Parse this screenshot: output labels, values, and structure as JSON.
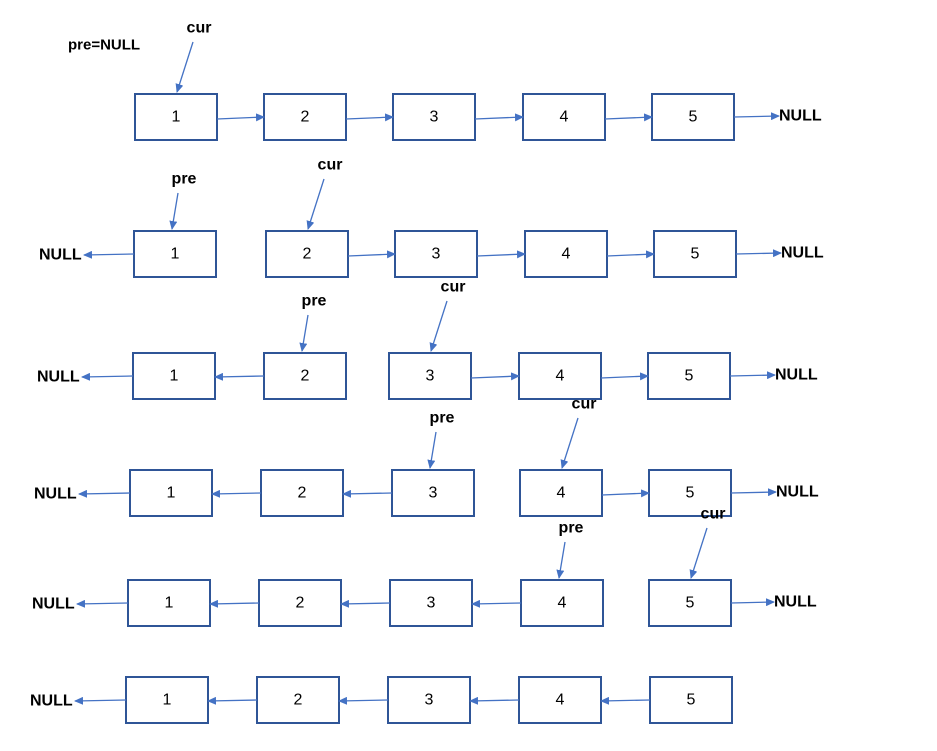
{
  "init_label": "pre=NULL",
  "null_text": "NULL",
  "pointer_labels": {
    "pre": "pre",
    "cur": "cur"
  },
  "colors": {
    "box_border": "#2f5597",
    "arrow": "#4472c4",
    "text": "#000000"
  },
  "rows": [
    {
      "nodes": [
        "1",
        "2",
        "3",
        "4",
        "5"
      ],
      "links": [
        "r",
        "r",
        "r",
        "r"
      ],
      "left_null": false,
      "right_null": true,
      "pre_at": null,
      "cur_at": 0
    },
    {
      "nodes": [
        "1",
        "2",
        "3",
        "4",
        "5"
      ],
      "links": [
        "x",
        "r",
        "r",
        "r"
      ],
      "left_null": true,
      "right_null": true,
      "pre_at": 0,
      "cur_at": 1
    },
    {
      "nodes": [
        "1",
        "2",
        "3",
        "4",
        "5"
      ],
      "links": [
        "l",
        "x",
        "r",
        "r"
      ],
      "left_null": true,
      "right_null": true,
      "pre_at": 1,
      "cur_at": 2
    },
    {
      "nodes": [
        "1",
        "2",
        "3",
        "4",
        "5"
      ],
      "links": [
        "l",
        "l",
        "x",
        "r"
      ],
      "left_null": true,
      "right_null": true,
      "pre_at": 2,
      "cur_at": 3
    },
    {
      "nodes": [
        "1",
        "2",
        "3",
        "4",
        "5"
      ],
      "links": [
        "l",
        "l",
        "l",
        "x"
      ],
      "left_null": true,
      "right_null": true,
      "pre_at": 3,
      "cur_at": 4
    },
    {
      "nodes": [
        "1",
        "2",
        "3",
        "4",
        "5"
      ],
      "links": [
        "l",
        "l",
        "l",
        "l"
      ],
      "left_null": true,
      "right_null": false,
      "pre_at": null,
      "cur_at": null
    }
  ]
}
